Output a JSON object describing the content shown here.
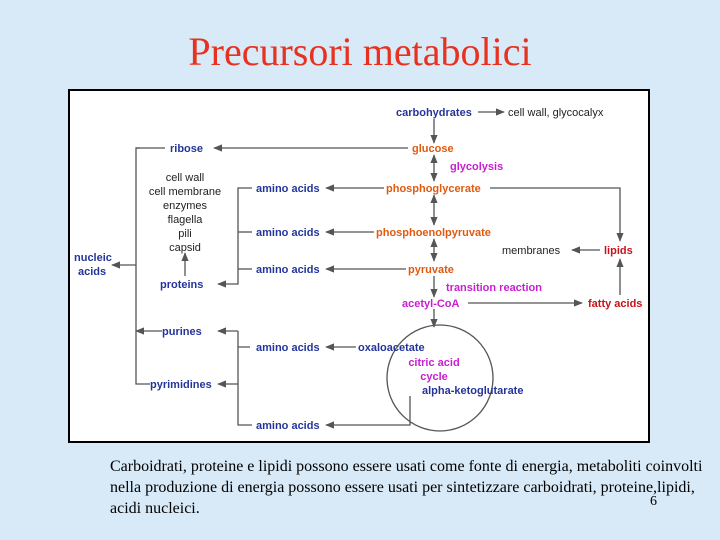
{
  "title": "Precursori metabolici",
  "caption": "Carboidrati, proteine e lipidi possono essere usati come fonte di energia, metaboliti coinvolti nella produzione di energia possono essere usati per sintetizzare carboidrati, proteine,lipidi, acidi nucleici.",
  "page_number": "6",
  "colors": {
    "title": "#e8311e",
    "blue": "#24359a",
    "orange": "#e05a10",
    "purple": "#c81fd0",
    "red": "#c8121a",
    "background": "#d8e9f7"
  },
  "nodes": {
    "carbohydrates": "carbohydrates",
    "cell_wall_glycocalyx": "cell wall, glycocalyx",
    "ribose": "ribose",
    "glucose": "glucose",
    "glycolysis": "glycolysis",
    "structures": [
      "cell wall",
      "cell membrane",
      "enzymes",
      "flagella",
      "pili",
      "capsid"
    ],
    "amino_acids": "amino acids",
    "phosphoglycerate": "phosphoglycerate",
    "phosphoenolpyruvate": "phosphoenolpyruvate",
    "membranes": "membranes",
    "lipids": "lipids",
    "nucleic_acids": [
      "nucleic",
      "acids"
    ],
    "pyruvate": "pyruvate",
    "proteins": "proteins",
    "transition_reaction": "transition reaction",
    "acetyl_coa": "acetyl-CoA",
    "fatty_acids": "fatty acids",
    "purines": "purines",
    "oxaloacetate": "oxaloacetate",
    "citric_acid_cycle": [
      "citric acid",
      "cycle"
    ],
    "alpha_ketoglutarate": "alpha-ketoglutarate",
    "pyrimidines": "pyrimidines"
  }
}
